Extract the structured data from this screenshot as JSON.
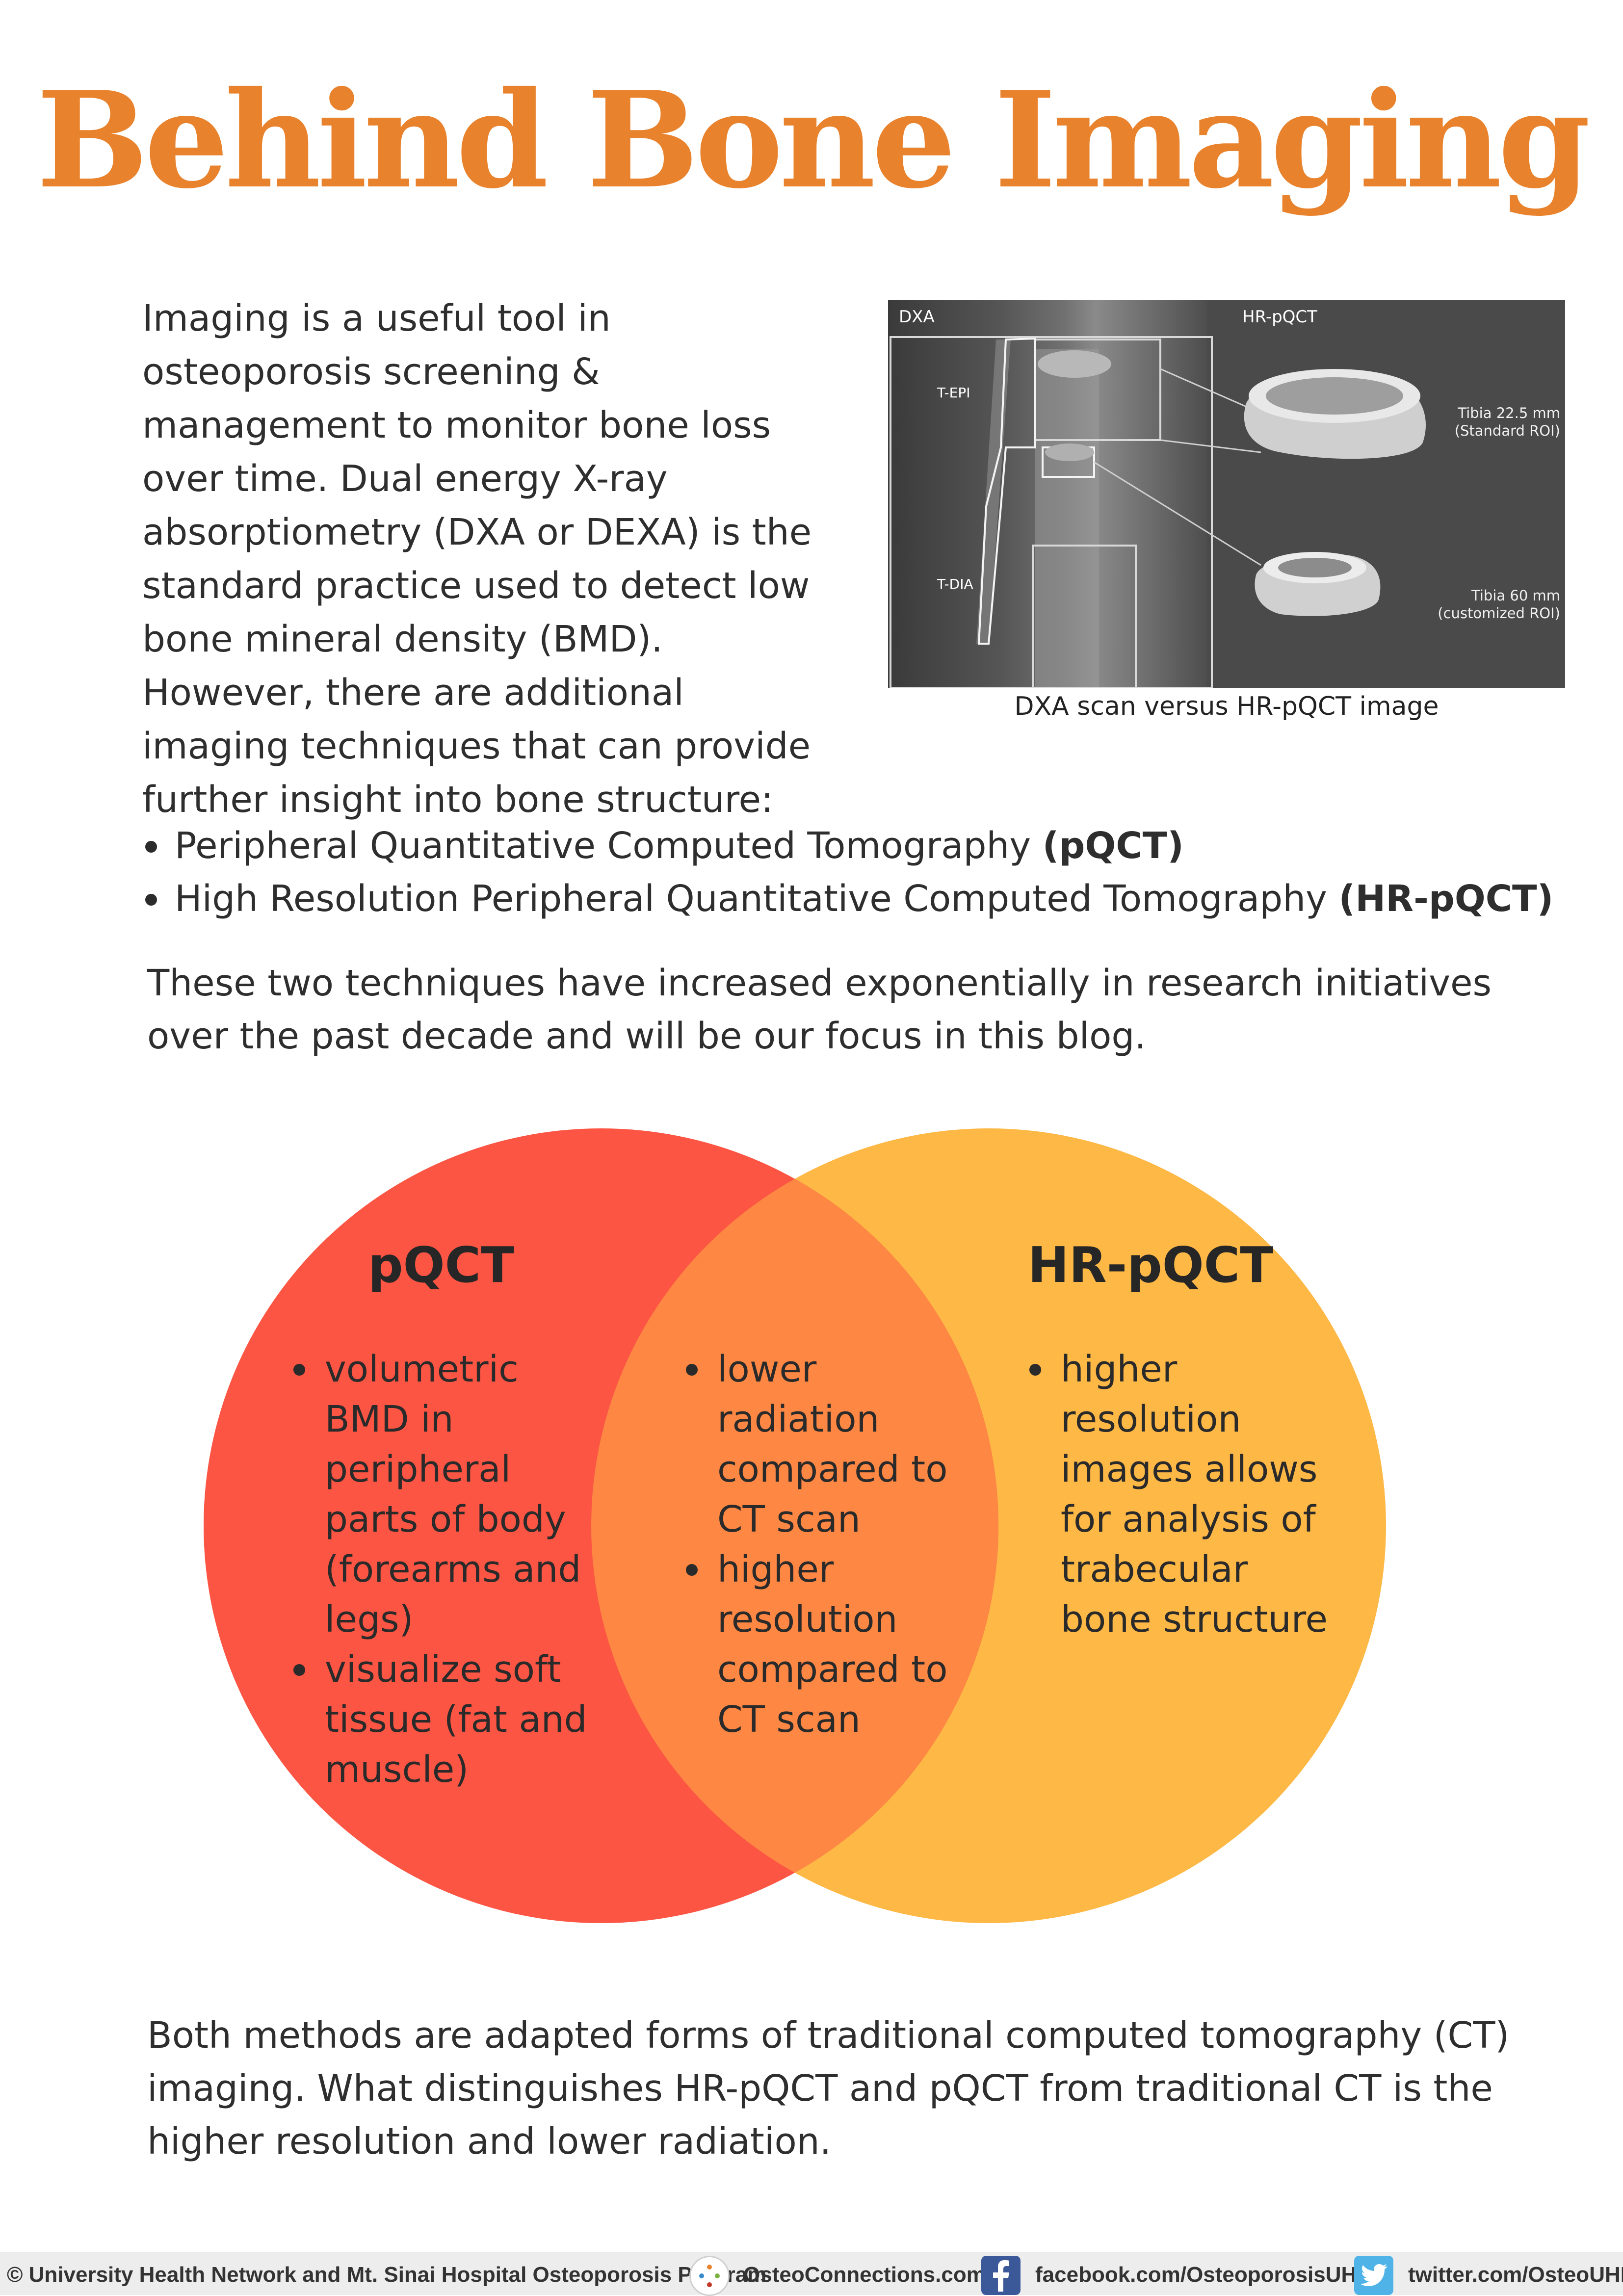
{
  "title": "Behind Bone Imaging",
  "intro": "Imaging is a useful tool in osteoporosis screening & management to monitor bone loss over time. Dual energy X-ray absorptiometry (DXA or DEXA) is the standard practice used to detect low bone mineral density (BMD). However, there are additional imaging techniques that can provide further insight into bone structure:",
  "figure": {
    "label_dxa": "DXA",
    "label_hrpqct": "HR-pQCT",
    "label_tepi": "T-EPI",
    "label_tdia": "T-DIA",
    "roi1_line1": "Tibia 22.5 mm",
    "roi1_line2": "(Standard ROI)",
    "roi2_line1": "Tibia 60 mm",
    "roi2_line2": "(customized ROI)",
    "caption": "DXA scan versus HR-pQCT image"
  },
  "techniques": [
    {
      "name": "Peripheral Quantitative Computed Tomography",
      "abbr": "(pQCT)"
    },
    {
      "name": "High Resolution Peripheral Quantitative Computed Tomography",
      "abbr": "(HR-pQCT)"
    }
  ],
  "focus_paragraph": "These two techniques have increased exponentially in research initiatives over the past decade and will be our focus in this blog.",
  "venn": {
    "left_title": "pQCT",
    "right_title": "HR-pQCT",
    "left_items": [
      "volumetric BMD in peripheral parts of body (forearms and legs)",
      "visualize soft tissue (fat and muscle)"
    ],
    "center_items": [
      "lower radiation compared to CT scan",
      "higher resolution compared to CT scan"
    ],
    "right_items": [
      "higher resolution images allows for analysis of trabecular bone structure"
    ],
    "colors": {
      "left": "#fc5543",
      "right": "#fdb846",
      "overlap": "#fd8743"
    }
  },
  "closing_paragraph": "Both methods are adapted forms of traditional computed tomography (CT) imaging. What distinguishes HR-pQCT and pQCT from traditional CT is the higher resolution and lower radiation.",
  "footer": {
    "copyright": "© University Health Network and Mt. Sinai Hospital Osteoporosis Program",
    "site": "OsteoConnections.com",
    "facebook": "facebook.com/OsteoporosisUHN",
    "twitter": "twitter.com/OsteoUHN",
    "icons": [
      "osteoconnections-logo-icon",
      "facebook-icon",
      "twitter-icon"
    ]
  }
}
